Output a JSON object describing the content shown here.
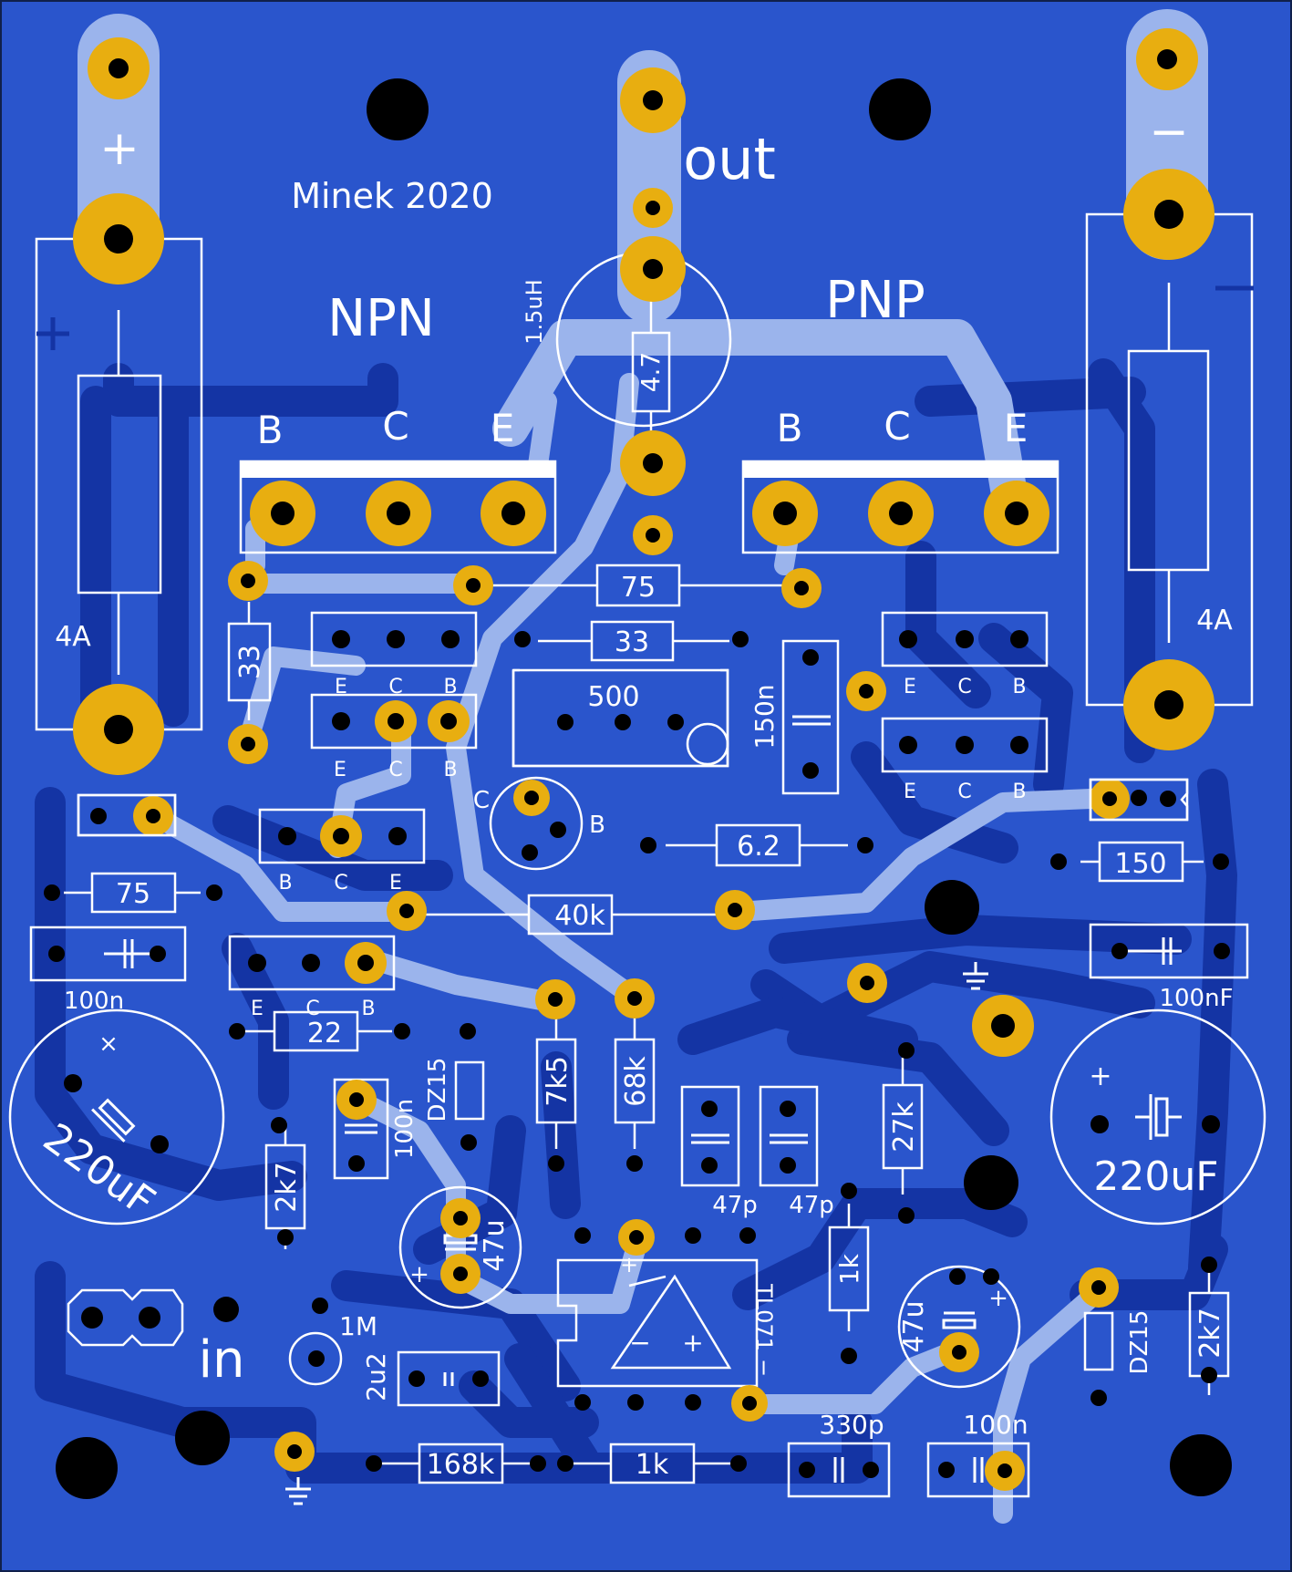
{
  "colors": {
    "board": "#2a55cc",
    "trace_dark": "#1434a4",
    "trace_light": "#9bb4ec",
    "pad": "#e8ae10",
    "hole": "#000000",
    "silk": "#ffffff"
  },
  "labels": {
    "plus": "+",
    "minus": "−",
    "out": "out",
    "credit": "Minek 2020",
    "npn": "NPN",
    "pnp": "PNP",
    "b": "B",
    "c": "C",
    "e": "E",
    "inductor": "1.5uH",
    "r_47": "4.7",
    "r_75": "75",
    "r_33": "33",
    "trim_500": "500",
    "cap_150n": "150n",
    "fuse": "4A",
    "r_62": "6.2",
    "r_150": "150",
    "r_40k": "40k",
    "cap_100n": "100n",
    "cap_100nF": "100nF",
    "r_22": "22",
    "cap_220uF": "220uF",
    "zener": "DZ15",
    "r_7k5": "7k5",
    "r_68k": "68k",
    "r_27k": "27k",
    "cap_47p": "47p",
    "r_2k7": "2k7",
    "cap_47u": "47u",
    "r_1k": "1k",
    "opamp": "TL071",
    "input": "in",
    "r_1M": "1M",
    "cap_2u2": "2u2",
    "cap_330p": "330p",
    "r_168k": "168k",
    "x_mark": "×"
  }
}
